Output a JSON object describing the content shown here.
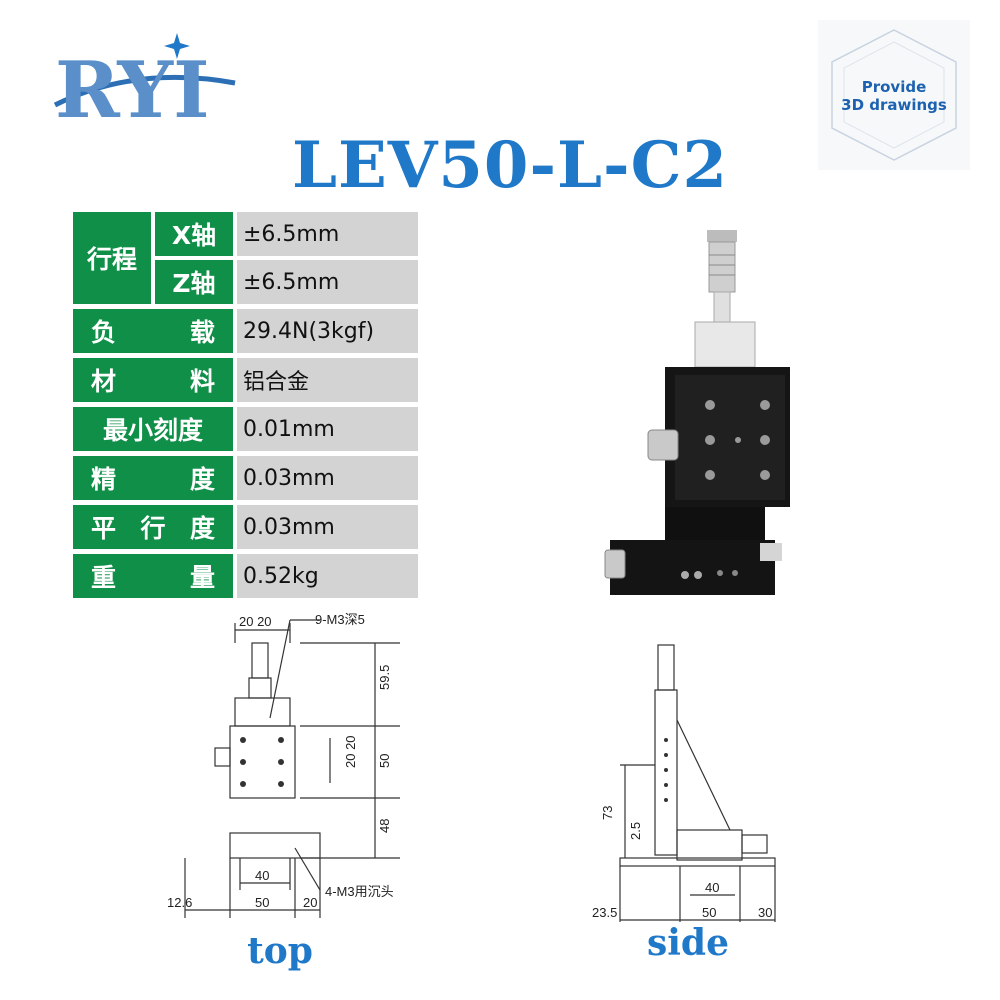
{
  "logo": {
    "text": "RYI",
    "colors": {
      "blue": "#5b8fc9",
      "star": "#1f78c8"
    }
  },
  "badge": {
    "line1": "Provide",
    "line2": "3D drawings",
    "color": "#1d62b0"
  },
  "title": "LEV50-L-C2",
  "colors": {
    "title": "#1f78c8",
    "label_bg": "#0f8f47",
    "value_bg": "#d3d3d3"
  },
  "spec": {
    "travel_label": "行程",
    "x_axis_label": "X轴",
    "x_axis_value": "±6.5mm",
    "z_axis_label": "Z轴",
    "z_axis_value": "±6.5mm",
    "load_label": [
      "负",
      "载"
    ],
    "load_value": "29.4N(3kgf)",
    "material_label": [
      "材",
      "料"
    ],
    "material_value": "铝合金",
    "min_scale_label": "最小刻度",
    "min_scale_value": "0.01mm",
    "precision_label": [
      "精",
      "度"
    ],
    "precision_value": "0.03mm",
    "parallelism_label": [
      "平",
      "行",
      "度"
    ],
    "parallelism_value": "0.03mm",
    "weight_label": [
      "重",
      "量"
    ],
    "weight_value": "0.52kg"
  },
  "drawing_top": {
    "caption": "top",
    "dims": {
      "top_width": "20 20",
      "holes_note": "9-M3深5",
      "height_upper": "59.5",
      "inner_pitch": "20 20",
      "plate": "50",
      "height_lower": "48",
      "base_inner": "40",
      "base_width": "50",
      "left_offset": "12.6",
      "right_offset": "20",
      "countersink_note": "4-M3用沉头"
    }
  },
  "drawing_side": {
    "caption": "side",
    "dims": {
      "height": "73",
      "small": "2.5",
      "base_inner": "40",
      "base_width": "50",
      "left_offset": "23.5",
      "right_offset": "30"
    }
  }
}
